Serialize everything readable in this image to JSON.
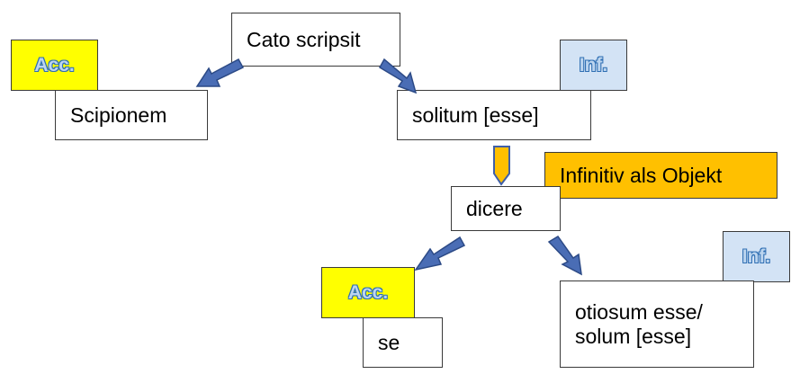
{
  "nodes": {
    "cato": "Cato scripsit",
    "scipionem": "Scipionem",
    "solitum": "solitum [esse]",
    "dicere": "dicere",
    "se": "se",
    "otiosum": "otiosum esse/\nsolum [esse]"
  },
  "tags": {
    "acc_1": "Acc.",
    "inf_1": "Inf.",
    "infinitiv_objekt": "Infinitiv als Objekt",
    "acc_2": "Acc.",
    "inf_2": "Inf."
  },
  "colors": {
    "acc_fill": "#ffff00",
    "inf_fill": "#d3e3f5",
    "object_fill": "#ffc000",
    "arrow_fill": "#4a6db5",
    "arrow_stroke": "#2c4a86",
    "down_arrow_fill": "#ffc000",
    "down_arrow_stroke": "#3f5fa8"
  }
}
